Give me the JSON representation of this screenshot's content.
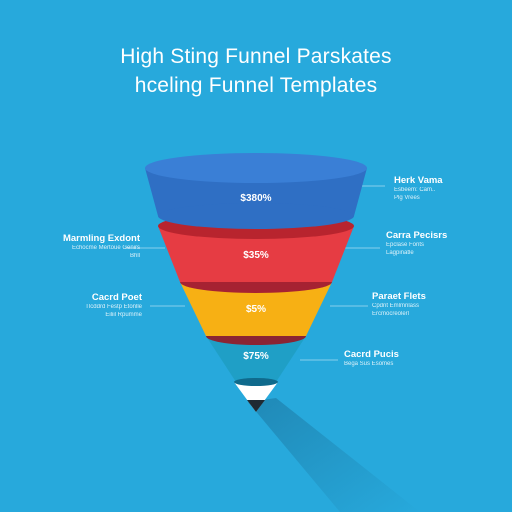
{
  "title": {
    "line1": "High Sting Funnel Parskates",
    "line2": "hceling Funnel Templates"
  },
  "colors": {
    "background": "#27a9dc",
    "stage1": "#2f6fc4",
    "stage2": "#e63c43",
    "stage3": "#f7b014",
    "stage4": "#1f9fc6",
    "tip": "#ffffff"
  },
  "funnel": {
    "stages": [
      {
        "value": "$380%",
        "color": "#2f6fc4",
        "label_side": "right",
        "label": "Herk Vama",
        "description": [
          "Esbeem: Cam..",
          "Plg Vrees"
        ]
      },
      {
        "value": "$35%",
        "color": "#e63c43",
        "label_side": "left",
        "label": "Marmling Exdont",
        "description": [
          "Echocme Mertoue Genirs",
          "Bhll"
        ]
      },
      {
        "value": "$35%",
        "color": "#e63c43",
        "label_side": "right",
        "label": "Carra Pecisrs",
        "description": [
          "Epclase Fonts",
          "Lagpinatle"
        ]
      },
      {
        "value": "$5%",
        "color": "#f7b014",
        "label_side": "left",
        "label": "Cacrd Poet",
        "description": [
          "Tlcddrd Festp Etonlle",
          "Eiliil Rpumme"
        ]
      },
      {
        "value": "$5%",
        "color": "#f7b014",
        "label_side": "right",
        "label": "Paraet Flets",
        "description": [
          "Cpdnt Emlmnlass",
          "Ercmocreolerl"
        ]
      },
      {
        "value": "$75%",
        "color": "#1f9fc6",
        "label_side": "right",
        "label": "Cacrd Pucis",
        "description": [
          "Bega Sus Esomes"
        ]
      }
    ],
    "segments": [
      {
        "value": "$380%",
        "color": "#2f6fc4"
      },
      {
        "value": "$35%",
        "color": "#e63c43"
      },
      {
        "value": "$5%",
        "color": "#f7b014"
      },
      {
        "value": "$75%",
        "color": "#1f9fc6"
      }
    ]
  },
  "labels": {
    "r1": {
      "name": "Herk Vama",
      "desc1": "Esbeem: Cam..",
      "desc2": "Plg Vrees"
    },
    "l1": {
      "name": "Marmling Exdont",
      "desc1": "Echocme Mertoue Genirs",
      "desc2": "Bhll"
    },
    "r2": {
      "name": "Carra Pecisrs",
      "desc1": "Epclase Fonts",
      "desc2": "Lagpinatle"
    },
    "l2": {
      "name": "Cacrd Poet",
      "desc1": "Tlcddrd Festp Etonlle",
      "desc2": "Eiliil Rpumme"
    },
    "r3": {
      "name": "Paraet Flets",
      "desc1": "Cpdnt Emlmnlass",
      "desc2": "Ercmocreolerl"
    },
    "r4": {
      "name": "Cacrd Pucis",
      "desc1": "Bega Sus Esomes"
    }
  }
}
